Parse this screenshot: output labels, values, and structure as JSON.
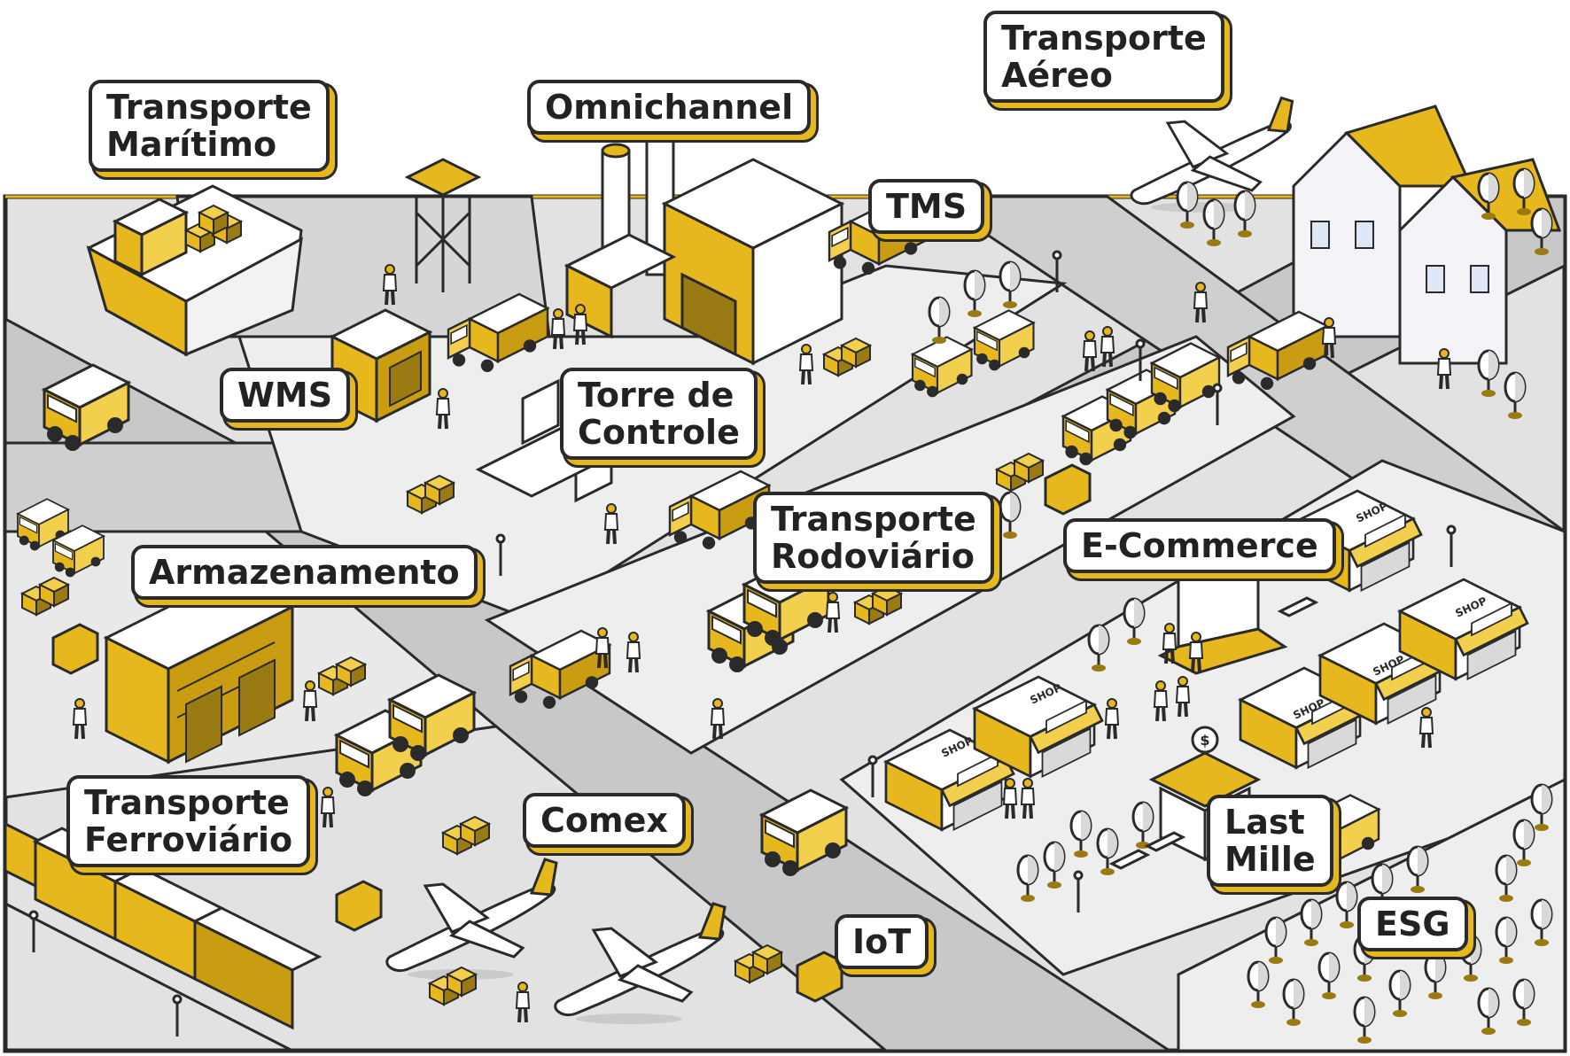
{
  "colors": {
    "accent": "#e6b81e",
    "accent_dark": "#9a7a12",
    "outline": "#2a2a2a",
    "ground": "#e2e2e2",
    "road": "#c8c8c8",
    "white": "#ffffff"
  },
  "labels": {
    "maritimo": [
      "Transporte",
      "Marítimo"
    ],
    "omnichannel": "Omnichannel",
    "aereo": [
      "Transporte",
      "Aéreo"
    ],
    "tms": "TMS",
    "wms": "WMS",
    "torre": [
      "Torre de",
      "Controle"
    ],
    "rodoviario": [
      "Transporte",
      "Rodoviário"
    ],
    "ecommerce": "E-Commerce",
    "armazenamento": "Armazenamento",
    "ferroviario": [
      "Transporte",
      "Ferroviário"
    ],
    "comex": "Comex",
    "iot": "IoT",
    "lastmile": [
      "Last",
      "Mille"
    ],
    "esg": "ESG"
  },
  "shop_sign": "SHOP",
  "icons": [
    "ship-icon",
    "warehouse-icon",
    "factory-icon",
    "truck-icon",
    "van-icon",
    "airplane-icon",
    "train-icon",
    "shop-icon",
    "laptop-icon",
    "bank-icon",
    "tree-icon",
    "person-icon",
    "forklift-icon",
    "box-icon",
    "streetlamp-icon",
    "bench-icon"
  ]
}
